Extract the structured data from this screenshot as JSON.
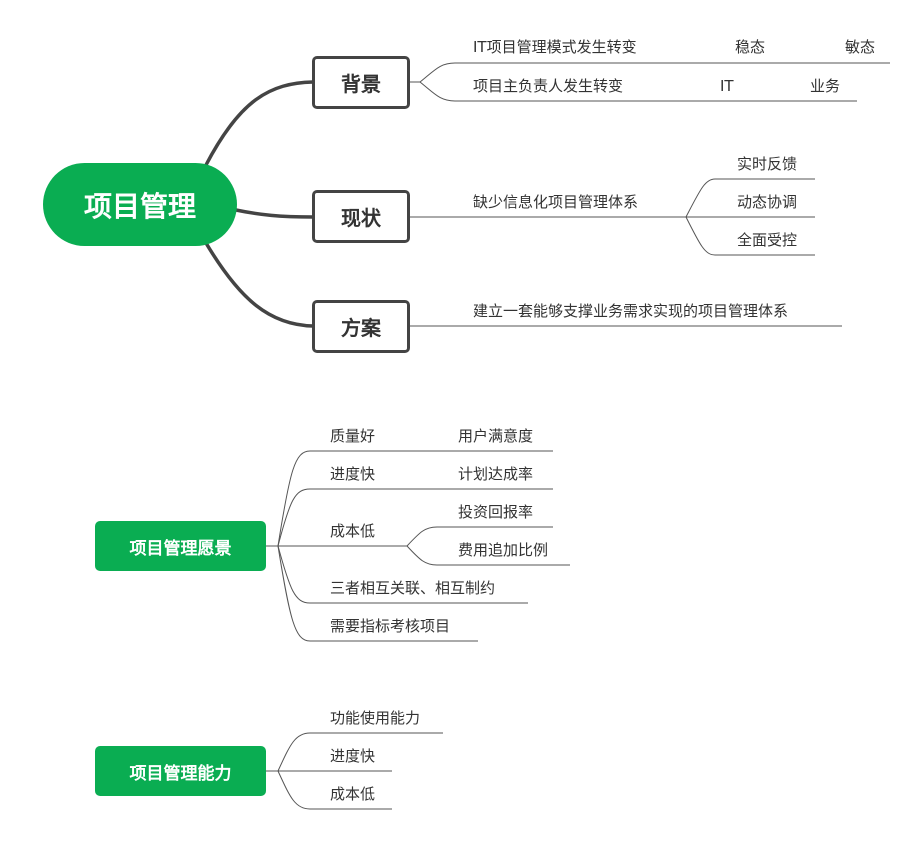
{
  "colors": {
    "accent_green": "#0aad52",
    "line_dark": "#444444",
    "line_thin": "#555555",
    "text": "#333333"
  },
  "map1": {
    "root": "项目管理",
    "branches": [
      {
        "label": "背景",
        "children": [
          {
            "label": "IT项目管理模式发生转变",
            "from": "稳态",
            "to": "敏态"
          },
          {
            "label": "项目主负责人发生转变",
            "from": "IT",
            "to": "业务"
          }
        ]
      },
      {
        "label": "现状",
        "children": [
          {
            "label": "缺少信息化项目管理体系",
            "children": [
              "实时反馈",
              "动态协调",
              "全面受控"
            ]
          }
        ]
      },
      {
        "label": "方案",
        "children": [
          {
            "label": "建立一套能够支撑业务需求实现的项目管理体系"
          }
        ]
      }
    ]
  },
  "map2": {
    "root": "项目管理愿景",
    "children": [
      {
        "label": "质量好",
        "metric": "用户满意度"
      },
      {
        "label": "进度快",
        "metric": "计划达成率"
      },
      {
        "label": "成本低",
        "metrics": [
          "投资回报率",
          "费用追加比例"
        ]
      },
      {
        "label": "三者相互关联、相互制约"
      },
      {
        "label": "需要指标考核项目"
      }
    ]
  },
  "map3": {
    "root": "项目管理能力",
    "children": [
      {
        "label": "功能使用能力"
      },
      {
        "label": "进度快"
      },
      {
        "label": "成本低"
      }
    ]
  }
}
